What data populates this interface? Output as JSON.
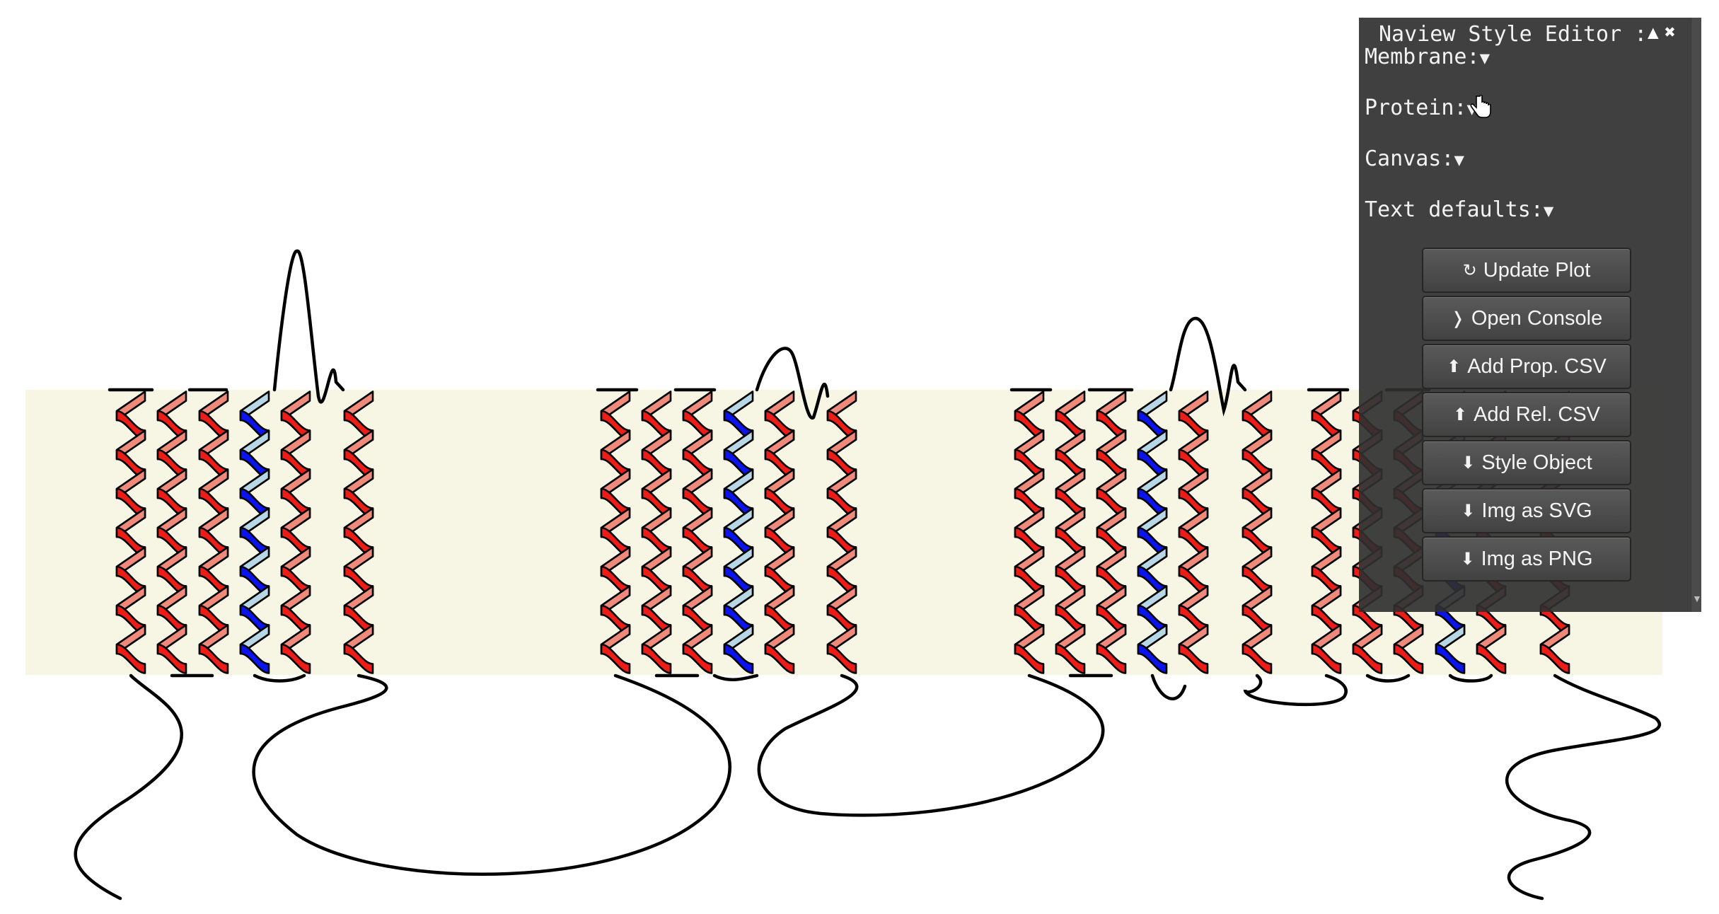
{
  "panel": {
    "title": "Naview Style Editor :",
    "collapse_glyph": "▲",
    "close_glyph": "✖",
    "sections": [
      {
        "label": "Membrane:",
        "arrow": "▼"
      },
      {
        "label": "Protein:",
        "arrow": "▼"
      },
      {
        "label": "Canvas:",
        "arrow": "▼"
      },
      {
        "label": "Text defaults:",
        "arrow": "▼"
      }
    ],
    "buttons": [
      {
        "icon": "↻",
        "label": "Update Plot"
      },
      {
        "icon": "❭",
        "label": "Open Console"
      },
      {
        "icon": "⬆",
        "label": "Add Prop. CSV"
      },
      {
        "icon": "⬆",
        "label": "Add Rel. CSV"
      },
      {
        "icon": "⬇",
        "label": "Style Object"
      },
      {
        "icon": "⬇",
        "label": "Img as SVG"
      },
      {
        "icon": "⬇",
        "label": "Img as PNG"
      }
    ]
  },
  "colors": {
    "membrane": "#f7f6e5",
    "helix_front": "#ec1c16",
    "helix_back": "#ef8a7b",
    "highlight_front": "#0a14ee",
    "highlight_back": "#b7d6e6",
    "outline": "#000000",
    "panel_bg": "#303030"
  },
  "icons": {
    "cursor": "hand-pointer-icon",
    "scroll": "scroll-down-arrow-icon"
  }
}
